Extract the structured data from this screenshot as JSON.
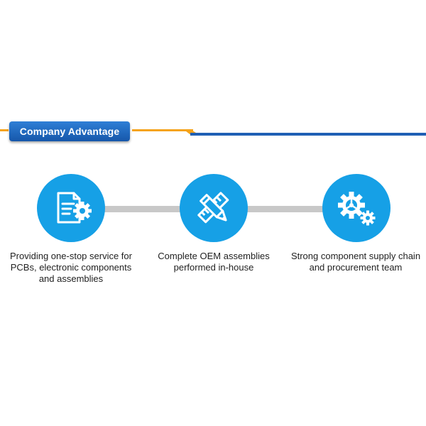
{
  "header": {
    "title": "Company Advantage"
  },
  "colors": {
    "accent_blue": "#16a0e6",
    "badge_blue": "#1f5fb4",
    "accent_orange": "#f5a31a",
    "connector_gray": "#c8c8c8"
  },
  "advantages": [
    {
      "icon": "document-gear-icon",
      "text": "Providing one-stop service for PCBs, electronic components and assemblies"
    },
    {
      "icon": "pencil-ruler-icon",
      "text": "Complete OEM assemblies performed in-house"
    },
    {
      "icon": "gears-icon",
      "text": "Strong component supply chain and procurement team"
    }
  ]
}
